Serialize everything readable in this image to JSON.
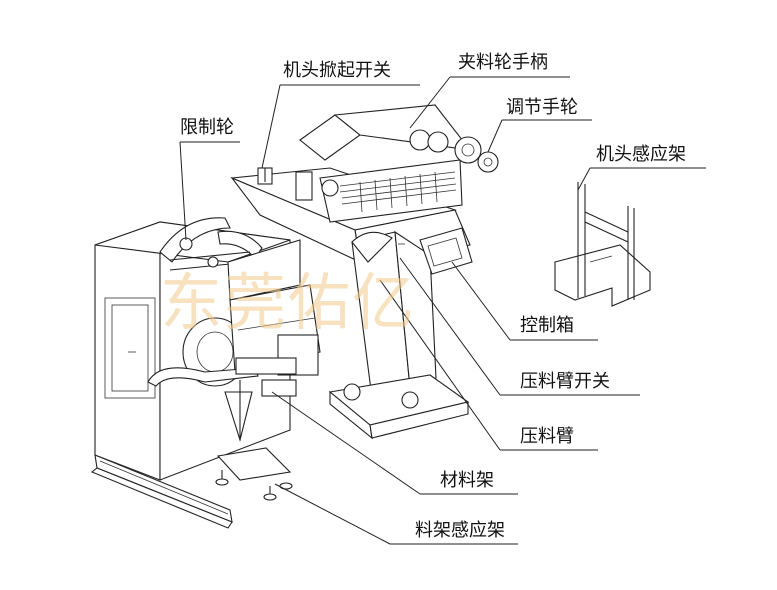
{
  "labels": {
    "head_lift_switch": "机头掀起开关",
    "feed_wheel_handle": "夹料轮手柄",
    "limit_wheel": "限制轮",
    "adjust_handwheel": "调节手轮",
    "head_sensor_frame": "机头感应架",
    "control_box": "控制箱",
    "press_arm_switch": "压料臂开关",
    "press_arm": "压料臂",
    "material_rack": "材料架",
    "rack_sensor_frame": "料架感应架"
  },
  "watermark": "东莞佑亿"
}
